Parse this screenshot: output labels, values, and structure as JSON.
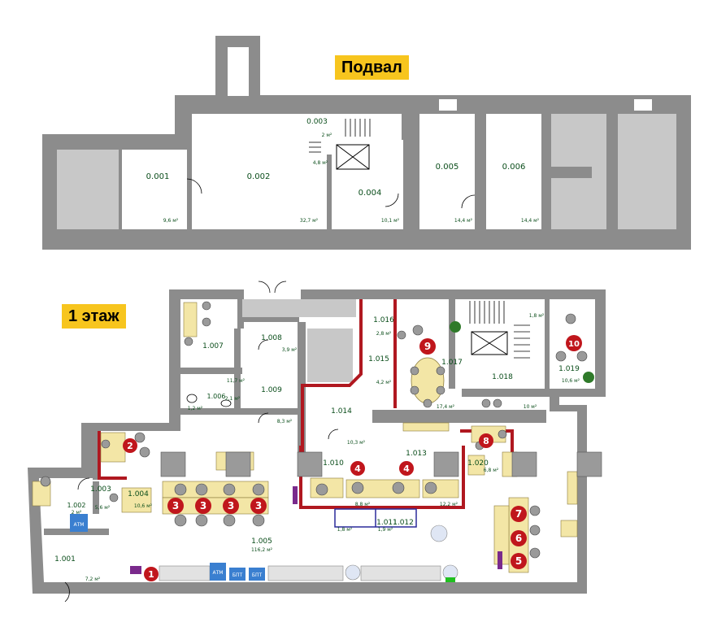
{
  "labels": {
    "basement": "Подвал",
    "first_floor": "1 этаж"
  },
  "basement_rooms": [
    {
      "id": "0.001",
      "area": "9,6 м²"
    },
    {
      "id": "0.002",
      "area": "32,7 м²"
    },
    {
      "id": "0.003",
      "area": "2 м²"
    },
    {
      "id": "0.004",
      "area": "10,1 м²"
    },
    {
      "id": "0.005",
      "area": "14,4 м²"
    },
    {
      "id": "0.006",
      "area": "14,4 м²"
    }
  ],
  "basement_extra_area": "4,8 м²",
  "floor1_rooms": [
    {
      "id": "1.001",
      "area": "7,2 м²"
    },
    {
      "id": "1.002",
      "area": "2 м²"
    },
    {
      "id": "1.003",
      "area": "5,6 м²"
    },
    {
      "id": "1.004",
      "area": "10,6 м²"
    },
    {
      "id": "1.005",
      "area": "116,2 м²"
    },
    {
      "id": "1.006",
      "area": "2,1 м²"
    },
    {
      "id": "1.007",
      "area": "11,7 м²"
    },
    {
      "id": "1.008",
      "area": "3,9 м²"
    },
    {
      "id": "1.009",
      "area": "8,3 м²"
    },
    {
      "id": "1.010",
      "area": "8,8 м²"
    },
    {
      "id": "1.011",
      "area": "1,9 м²"
    },
    {
      "id": "1.012",
      "area": "1,8 м²"
    },
    {
      "id": "1.013",
      "area": "12,2 м²"
    },
    {
      "id": "1.014",
      "area": "10,3 м²"
    },
    {
      "id": "1.015",
      "area": "4,2 м²"
    },
    {
      "id": "1.016",
      "area": "2,8 м²"
    },
    {
      "id": "1.017",
      "area": "17,4 м²"
    },
    {
      "id": "1.018",
      "area": "10 м²"
    },
    {
      "id": "1.019",
      "area": "10,6 м²"
    },
    {
      "id": "1.020",
      "area": "6,8 м²"
    }
  ],
  "floor1_extra": {
    "wc_area": "1,2 м²",
    "stair_area": "1,8 м²"
  },
  "markers": [
    "1",
    "2",
    "3",
    "3",
    "3",
    "3",
    "4",
    "4",
    "5",
    "6",
    "7",
    "8",
    "9",
    "10"
  ],
  "equipment": {
    "atm1": "АТМ",
    "atm2": "АТМ",
    "bp1": "БПТ",
    "bp2": "БПТ"
  },
  "colors": {
    "wall": "#8c8c8c",
    "shaft": "#c8c8c8",
    "accent_wall": "#b01820",
    "marker": "#c0161c",
    "label_bg": "#f7c51e",
    "desk": "#f3e6a6",
    "atm": "#3a7fd0",
    "kiosk": "#7a2a8c",
    "plant": "#2f7a2a"
  }
}
